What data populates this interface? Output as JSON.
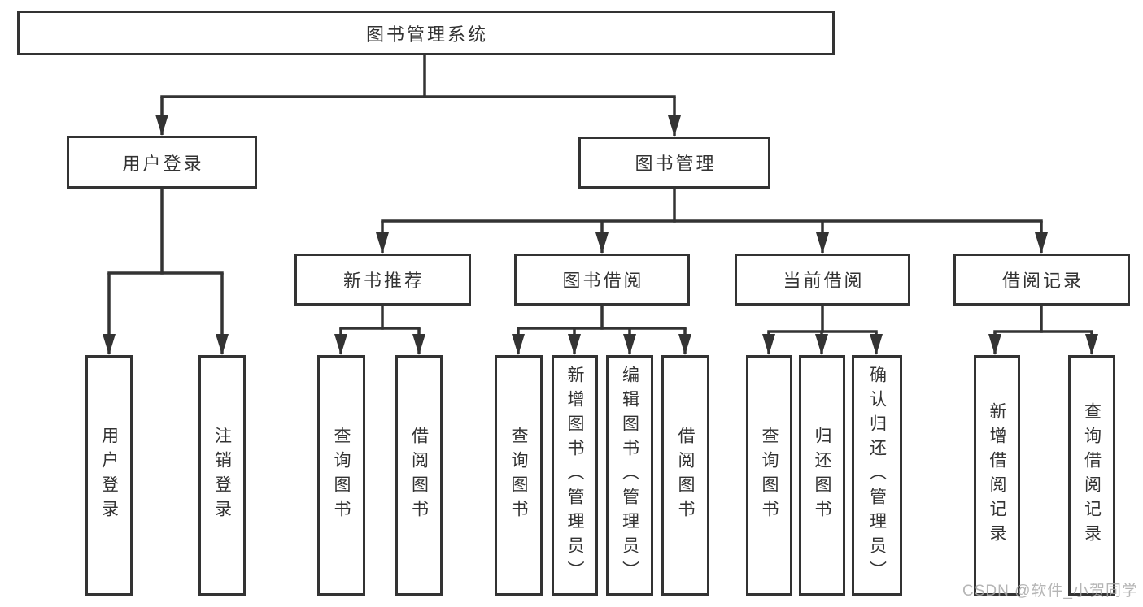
{
  "diagram": {
    "root": {
      "label": "图书管理系统"
    },
    "level2": [
      {
        "label": "用户登录"
      },
      {
        "label": "图书管理"
      }
    ],
    "level3": [
      {
        "label": "新书推荐"
      },
      {
        "label": "图书借阅"
      },
      {
        "label": "当前借阅"
      },
      {
        "label": "借阅记录"
      }
    ],
    "level4": [
      {
        "label": "用户登录"
      },
      {
        "label": "注销登录"
      },
      {
        "label": "查询图书"
      },
      {
        "label": "借阅图书"
      },
      {
        "label": "查询图书"
      },
      {
        "label": "新增图书（管理员）"
      },
      {
        "label": "编辑图书（管理员）"
      },
      {
        "label": "借阅图书"
      },
      {
        "label": "查询图书"
      },
      {
        "label": "归还图书"
      },
      {
        "label": "确认归还（管理员）"
      },
      {
        "label": "新增借阅记录"
      },
      {
        "label": "查询借阅记录"
      }
    ]
  },
  "watermark": {
    "text": "CSDN @软件_小贺同学"
  },
  "colors": {
    "line": "#333333",
    "text": "#333333",
    "box_fill": "#ffffff",
    "watermark": "#a8a8a8",
    "background": "#ffffff"
  }
}
